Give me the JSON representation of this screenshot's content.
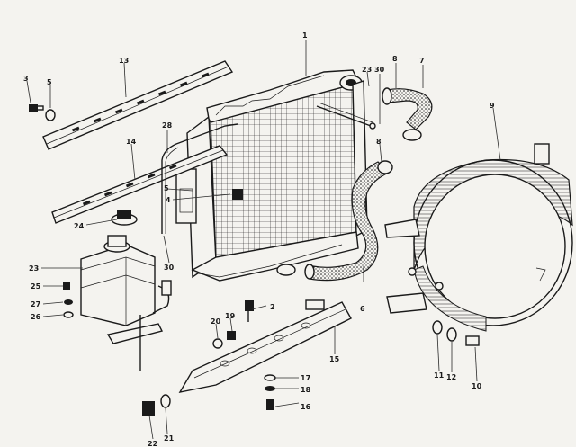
{
  "colors": {
    "ink": "#1a1a1a",
    "paper": "#f4f3ef"
  },
  "callouts": [
    {
      "id": "1",
      "text": "1"
    },
    {
      "id": "2",
      "text": "2"
    },
    {
      "id": "3",
      "text": "3"
    },
    {
      "id": "4",
      "text": "4"
    },
    {
      "id": "5a",
      "text": "5"
    },
    {
      "id": "5b",
      "text": "5"
    },
    {
      "id": "6",
      "text": "6"
    },
    {
      "id": "7",
      "text": "7"
    },
    {
      "id": "8a",
      "text": "8"
    },
    {
      "id": "8b",
      "text": "8"
    },
    {
      "id": "9",
      "text": "9"
    },
    {
      "id": "10",
      "text": "10"
    },
    {
      "id": "11",
      "text": "11"
    },
    {
      "id": "12",
      "text": "12"
    },
    {
      "id": "13",
      "text": "13"
    },
    {
      "id": "14",
      "text": "14"
    },
    {
      "id": "15",
      "text": "15"
    },
    {
      "id": "16",
      "text": "16"
    },
    {
      "id": "17",
      "text": "17"
    },
    {
      "id": "18",
      "text": "18"
    },
    {
      "id": "19",
      "text": "19"
    },
    {
      "id": "20",
      "text": "20"
    },
    {
      "id": "21",
      "text": "21"
    },
    {
      "id": "22",
      "text": "22"
    },
    {
      "id": "23a",
      "text": "23"
    },
    {
      "id": "23b",
      "text": "23"
    },
    {
      "id": "24",
      "text": "24"
    },
    {
      "id": "25",
      "text": "25"
    },
    {
      "id": "26",
      "text": "26"
    },
    {
      "id": "27",
      "text": "27"
    },
    {
      "id": "28",
      "text": "28"
    },
    {
      "id": "30a",
      "text": "30"
    },
    {
      "id": "30b",
      "text": "30"
    }
  ]
}
